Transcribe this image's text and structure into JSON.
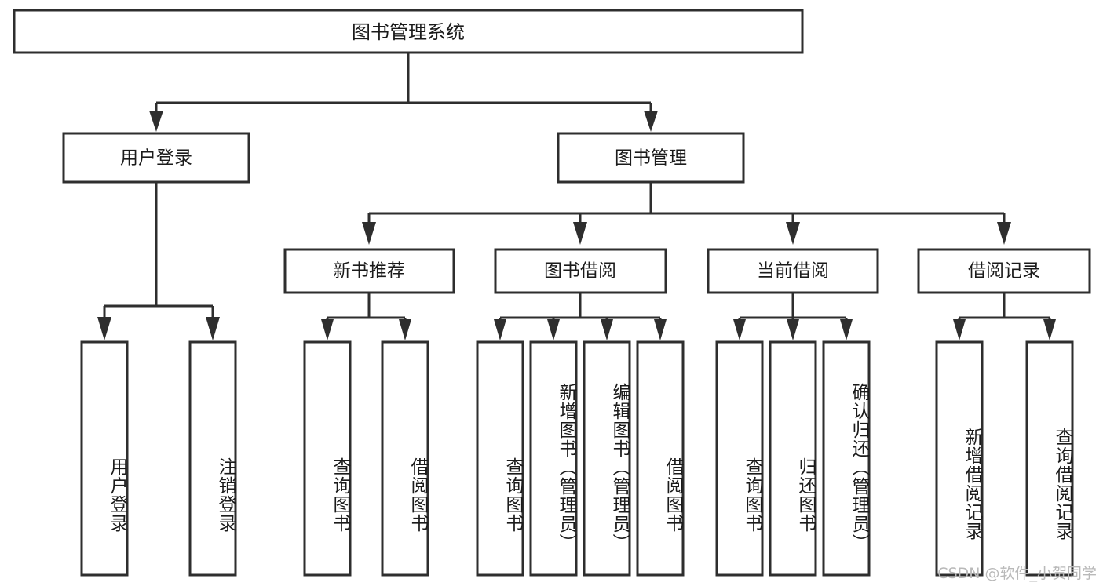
{
  "diagram": {
    "title": "图书管理系统",
    "type": "tree-hierarchy-chart",
    "orientation": "top-down",
    "colors": {
      "box_stroke": "#2e2e2e",
      "box_fill": "#ffffff",
      "connector": "#2e2e2e",
      "text": "#1b1b1b",
      "background": "#ffffff",
      "watermark": "#b9b9b9"
    }
  },
  "root": {
    "label": "图书管理系统"
  },
  "level2": [
    {
      "label": "用户登录"
    },
    {
      "label": "图书管理"
    }
  ],
  "level3": [
    {
      "label": "新书推荐"
    },
    {
      "label": "图书借阅"
    },
    {
      "label": "当前借阅"
    },
    {
      "label": "借阅记录"
    }
  ],
  "leaves": {
    "user_login": [
      {
        "label": "用户登录"
      },
      {
        "label": "注销登录"
      }
    ],
    "new_book_recommend": [
      {
        "label": "查询图书"
      },
      {
        "label": "借阅图书"
      }
    ],
    "book_borrow": [
      {
        "label": "查询图书"
      },
      {
        "label": "新增图书（管理员）"
      },
      {
        "label": "编辑图书（管理员）"
      },
      {
        "label": "借阅图书"
      }
    ],
    "current_borrow": [
      {
        "label": "查询图书"
      },
      {
        "label": "归还图书"
      },
      {
        "label": "确认归还（管理员）"
      }
    ],
    "borrow_record": [
      {
        "label": "新增借阅记录"
      },
      {
        "label": "查询借阅记录"
      }
    ]
  },
  "watermark": {
    "text": "CSDN @软件_小贺同学"
  }
}
